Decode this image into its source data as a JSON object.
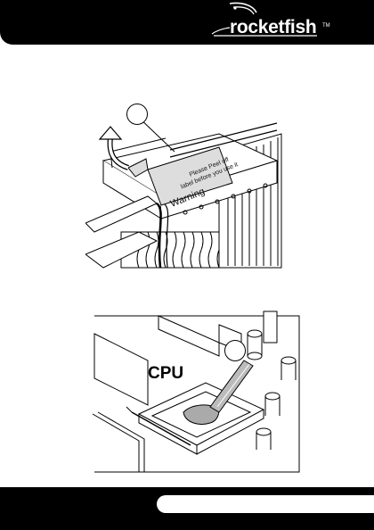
{
  "brand": {
    "name": "rocketfish",
    "trademark": "TM"
  },
  "figure1": {
    "label_line1": "Please Peel off",
    "label_line2": "label before you use it",
    "label_warning": "Warning"
  },
  "figure2": {
    "cpu_label": "CPU"
  },
  "icons": [
    "rocket-swoosh-icon",
    "peel-arrow-icon"
  ]
}
